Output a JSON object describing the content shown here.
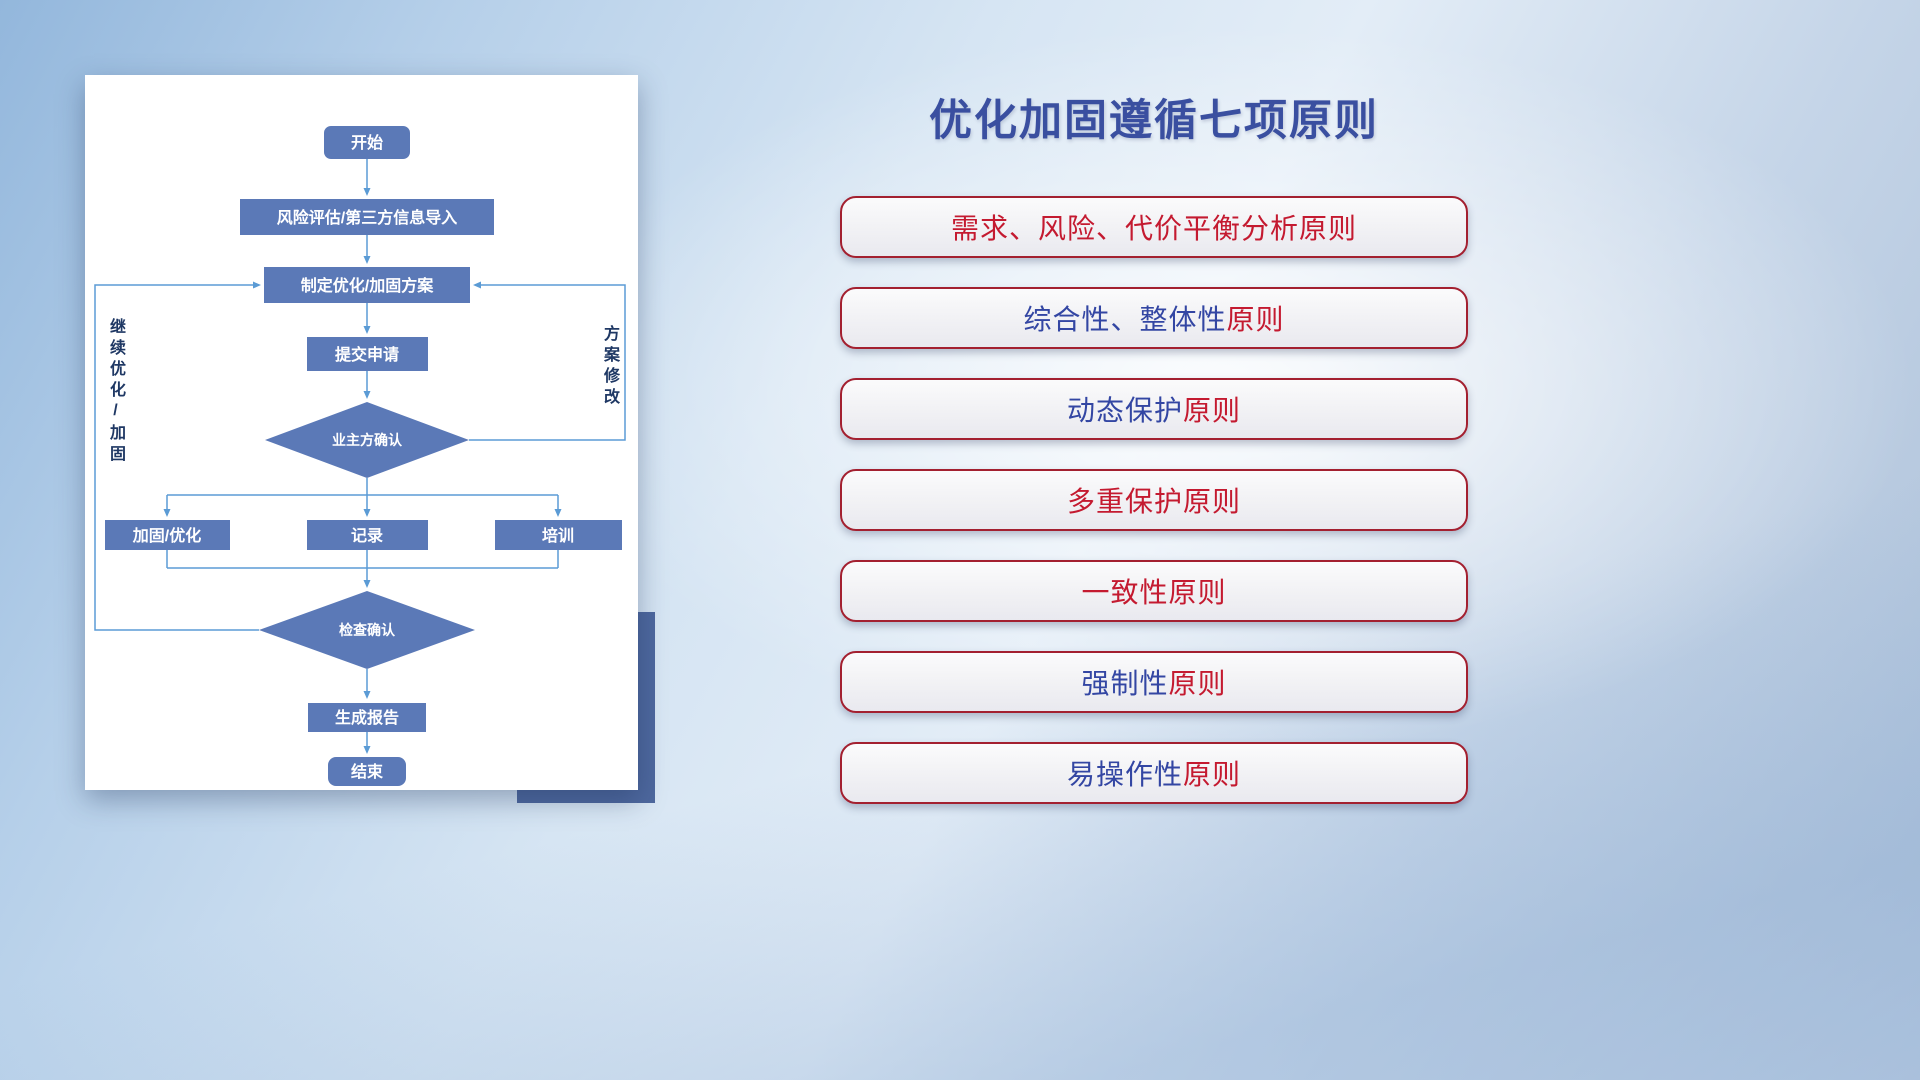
{
  "title": "优化加固遵循七项原则",
  "colors": {
    "title": "#3a4fa0",
    "node_fill": "#5b79b7",
    "connector": "#5b9bd5",
    "side_label": "#1f3864",
    "principle_red": "#c41a30",
    "principle_blue": "#3346a3",
    "principle_border": "#a32030",
    "accent_rect": "#4e689e"
  },
  "flowchart": {
    "nodes": {
      "start": "开始",
      "risk_import": "风险评估/第三方信息导入",
      "make_plan": "制定优化/加固方案",
      "submit": "提交申请",
      "owner_confirm": "业主方确认",
      "harden_optimize": "加固/优化",
      "record": "记录",
      "training": "培训",
      "check_confirm": "检查确认",
      "report": "生成报告",
      "end": "结束"
    },
    "loop_labels": {
      "left": "继续优化/加固",
      "right": "方案修改"
    }
  },
  "principles": {
    "items": [
      {
        "parts": [
          {
            "text": "需求、风险、代价平衡分析原则",
            "color": "#c41a30"
          },
          {
            "text": "",
            "color": ""
          }
        ]
      },
      {
        "parts": [
          {
            "text": "综合性、整体性",
            "color": "#3346a3"
          },
          {
            "text": "原则",
            "color": "#c41a30"
          }
        ]
      },
      {
        "parts": [
          {
            "text": "动态保护",
            "color": "#3346a3"
          },
          {
            "text": "原则",
            "color": "#c41a30"
          }
        ]
      },
      {
        "parts": [
          {
            "text": "多重保护原则",
            "color": "#c41a30"
          },
          {
            "text": "",
            "color": ""
          }
        ]
      },
      {
        "parts": [
          {
            "text": "一致性原则",
            "color": "#c41a30"
          },
          {
            "text": "",
            "color": ""
          }
        ]
      },
      {
        "parts": [
          {
            "text": "强制性",
            "color": "#3346a3"
          },
          {
            "text": "原则",
            "color": "#c41a30"
          }
        ]
      },
      {
        "parts": [
          {
            "text": "易操作性",
            "color": "#3346a3"
          },
          {
            "text": "原则",
            "color": "#c41a30"
          }
        ]
      }
    ]
  }
}
